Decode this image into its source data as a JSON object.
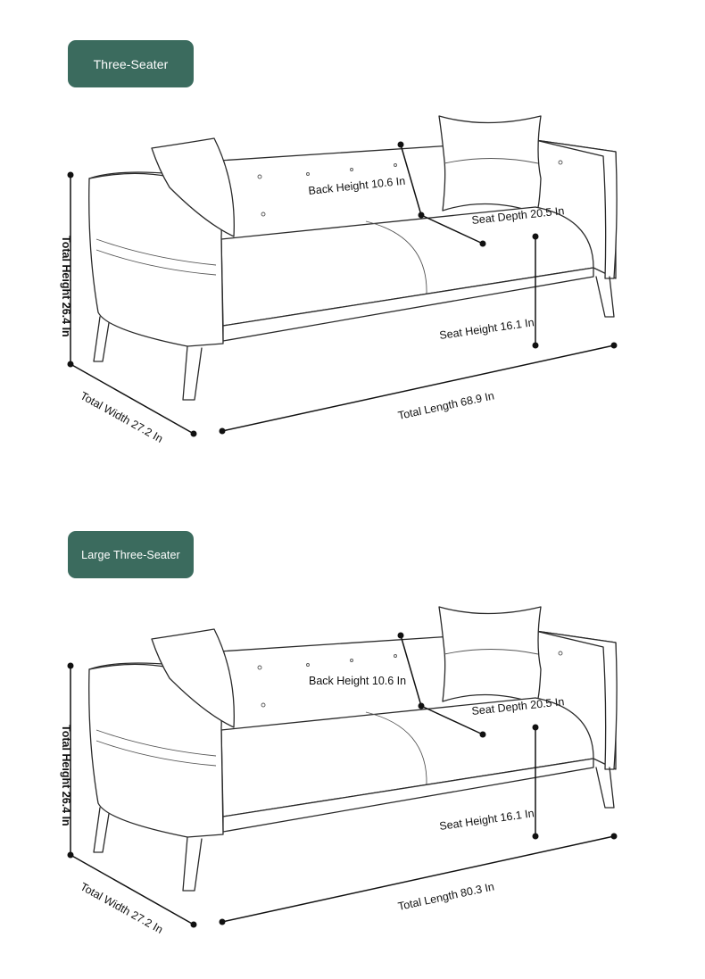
{
  "sections": [
    {
      "label": "Three-Seater",
      "dimensions": {
        "back_height": "Back Height 10.6 In",
        "seat_depth": "Seat Depth 20.5 In",
        "seat_height": "Seat Height 16.1 In",
        "total_height": "Total Height 26.4 In",
        "total_width": "Total Width 27.2 In",
        "total_length": "Total Length 68.9 In"
      }
    },
    {
      "label": "Large Three-Seater",
      "dimensions": {
        "back_height": "Back Height 10.6 In",
        "seat_depth": "Seat Depth 20.5 In",
        "seat_height": "Seat Height 16.1 In",
        "total_height": "Total Height 26.4 In",
        "total_width": "Total Width 27.2 In",
        "total_length": "Total Length 80.3 In"
      }
    }
  ],
  "colors": {
    "badge_background": "#3b6b5e",
    "badge_text": "#ffffff",
    "line": "#2a2a2a"
  }
}
